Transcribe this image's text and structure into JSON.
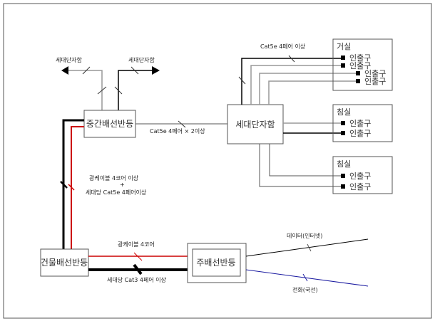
{
  "nodes": {
    "intermediate_panel": "중간배선반등",
    "household_box": "세대단자함",
    "building_panel": "건물배선반등",
    "main_panel": "주배선반등",
    "household_box_left": "세대단자함",
    "household_box_right": "세대단자함"
  },
  "rooms": [
    {
      "name": "거실",
      "outlets": [
        "인출구",
        "인출구",
        "인출구",
        "인출구"
      ]
    },
    {
      "name": "침실",
      "outlets": [
        "인출구",
        "인출구"
      ]
    },
    {
      "name": "침실",
      "outlets": [
        "인출구",
        "인출구"
      ]
    }
  ],
  "labels": {
    "intermediate_to_household": "Cat5e 4페어 × 2이상",
    "household_to_outlets": "Cat5e 4페어 이상",
    "riser_line1": "광케이블 4코어 이상",
    "riser_plus": "+",
    "riser_line2": "세대당 Cat5e 4페어이상",
    "fiber": "광케이블 4코어",
    "cat3": "세대당 Cat3 4페어 이상",
    "data": "데이터(인터넷)",
    "phone": "전화(국선)"
  },
  "colors": {
    "fiber": "#cc0000",
    "phone": "#1a1aa0",
    "copper": "#000000",
    "gray": "#999999"
  }
}
